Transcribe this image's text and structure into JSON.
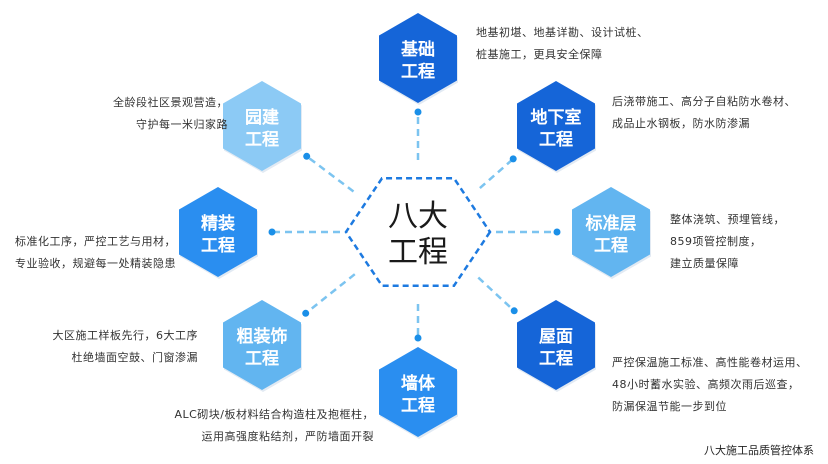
{
  "center": {
    "line1": "八大",
    "line2": "工程"
  },
  "colors": {
    "dark": "#1565d8",
    "medium": "#2a8ef0",
    "light": "#62b5f0",
    "pale": "#8ccaf5",
    "line": "#7cc4f0",
    "center_border": "#1d7ae0"
  },
  "nodes": [
    {
      "id": "foundation",
      "line1": "基础",
      "line2": "工程",
      "tone": "dark",
      "desc": [
        "地基初堪、地基详勘、设计试桩、",
        "桩基施工，更具安全保障"
      ]
    },
    {
      "id": "basement",
      "line1": "地下室",
      "line2": "工程",
      "tone": "dark",
      "desc": [
        "后浇带施工、高分子自粘防水卷材、",
        "成品止水钢板，防水防渗漏"
      ]
    },
    {
      "id": "standard-floor",
      "line1": "标准层",
      "line2": "工程",
      "tone": "light",
      "desc": [
        "整体浇筑、预埋管线，",
        "859项管控制度，",
        "建立质量保障"
      ]
    },
    {
      "id": "roof",
      "line1": "屋面",
      "line2": "工程",
      "tone": "dark",
      "desc": [
        "严控保温施工标准、高性能卷材运用、",
        "48小时蓄水实验、高频次雨后巡查，",
        "防漏保温节能一步到位"
      ]
    },
    {
      "id": "wall",
      "line1": "墙体",
      "line2": "工程",
      "tone": "medium",
      "desc": [
        "ALC砌块/板材料结合构造柱及抱框柱，",
        "运用高强度粘结剂，严防墙面开裂"
      ]
    },
    {
      "id": "rough-decoration",
      "line1": "粗装饰",
      "line2": "工程",
      "tone": "light",
      "desc": [
        "大区施工样板先行，6大工序",
        "杜绝墙面空鼓、门窗渗漏"
      ]
    },
    {
      "id": "fine-decoration",
      "line1": "精装",
      "line2": "工程",
      "tone": "medium",
      "desc": [
        "标准化工序，严控工艺与用材，",
        "专业验收，规避每一处精装隐患"
      ]
    },
    {
      "id": "landscape",
      "line1": "园建",
      "line2": "工程",
      "tone": "pale",
      "desc": [
        "全龄段社区景观营造，",
        "守护每一米归家路"
      ]
    }
  ],
  "footer": "八大施工品质管控体系"
}
